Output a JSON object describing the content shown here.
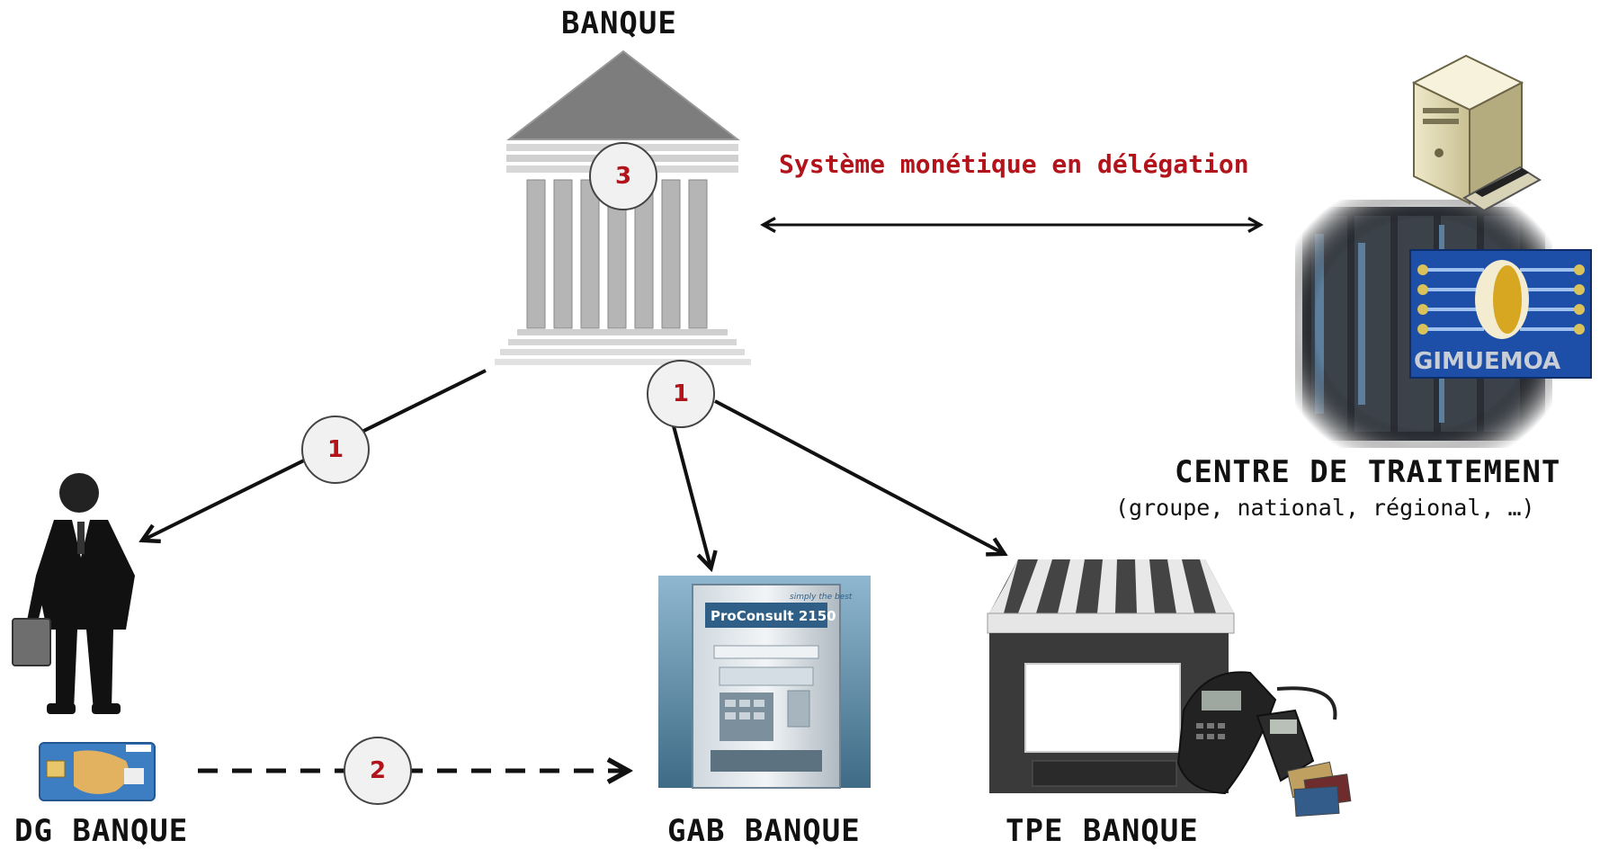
{
  "nodes": {
    "bank": {
      "label": "BANQUE"
    },
    "center": {
      "label": "CENTRE DE TRAITEMENT",
      "sublabel": "(groupe, national, régional, …)"
    },
    "dg": {
      "label": "DG BANQUE"
    },
    "gab": {
      "label": "GAB BANQUE",
      "screen_text": "ProConsult 2150",
      "brand_text": "simply the best"
    },
    "tpe": {
      "label": "TPE BANQUE"
    },
    "gim_logo_text": "GIMUEMOA"
  },
  "edge_label": "Système monétique en délégation",
  "badges": {
    "bank": "3",
    "to_dg": "1",
    "to_gab_tpe": "1",
    "dg_to_gab": "2"
  },
  "colors": {
    "accent_red": "#b3141b",
    "arrow": "#111111",
    "gim_blue": "#1d4fa8"
  }
}
